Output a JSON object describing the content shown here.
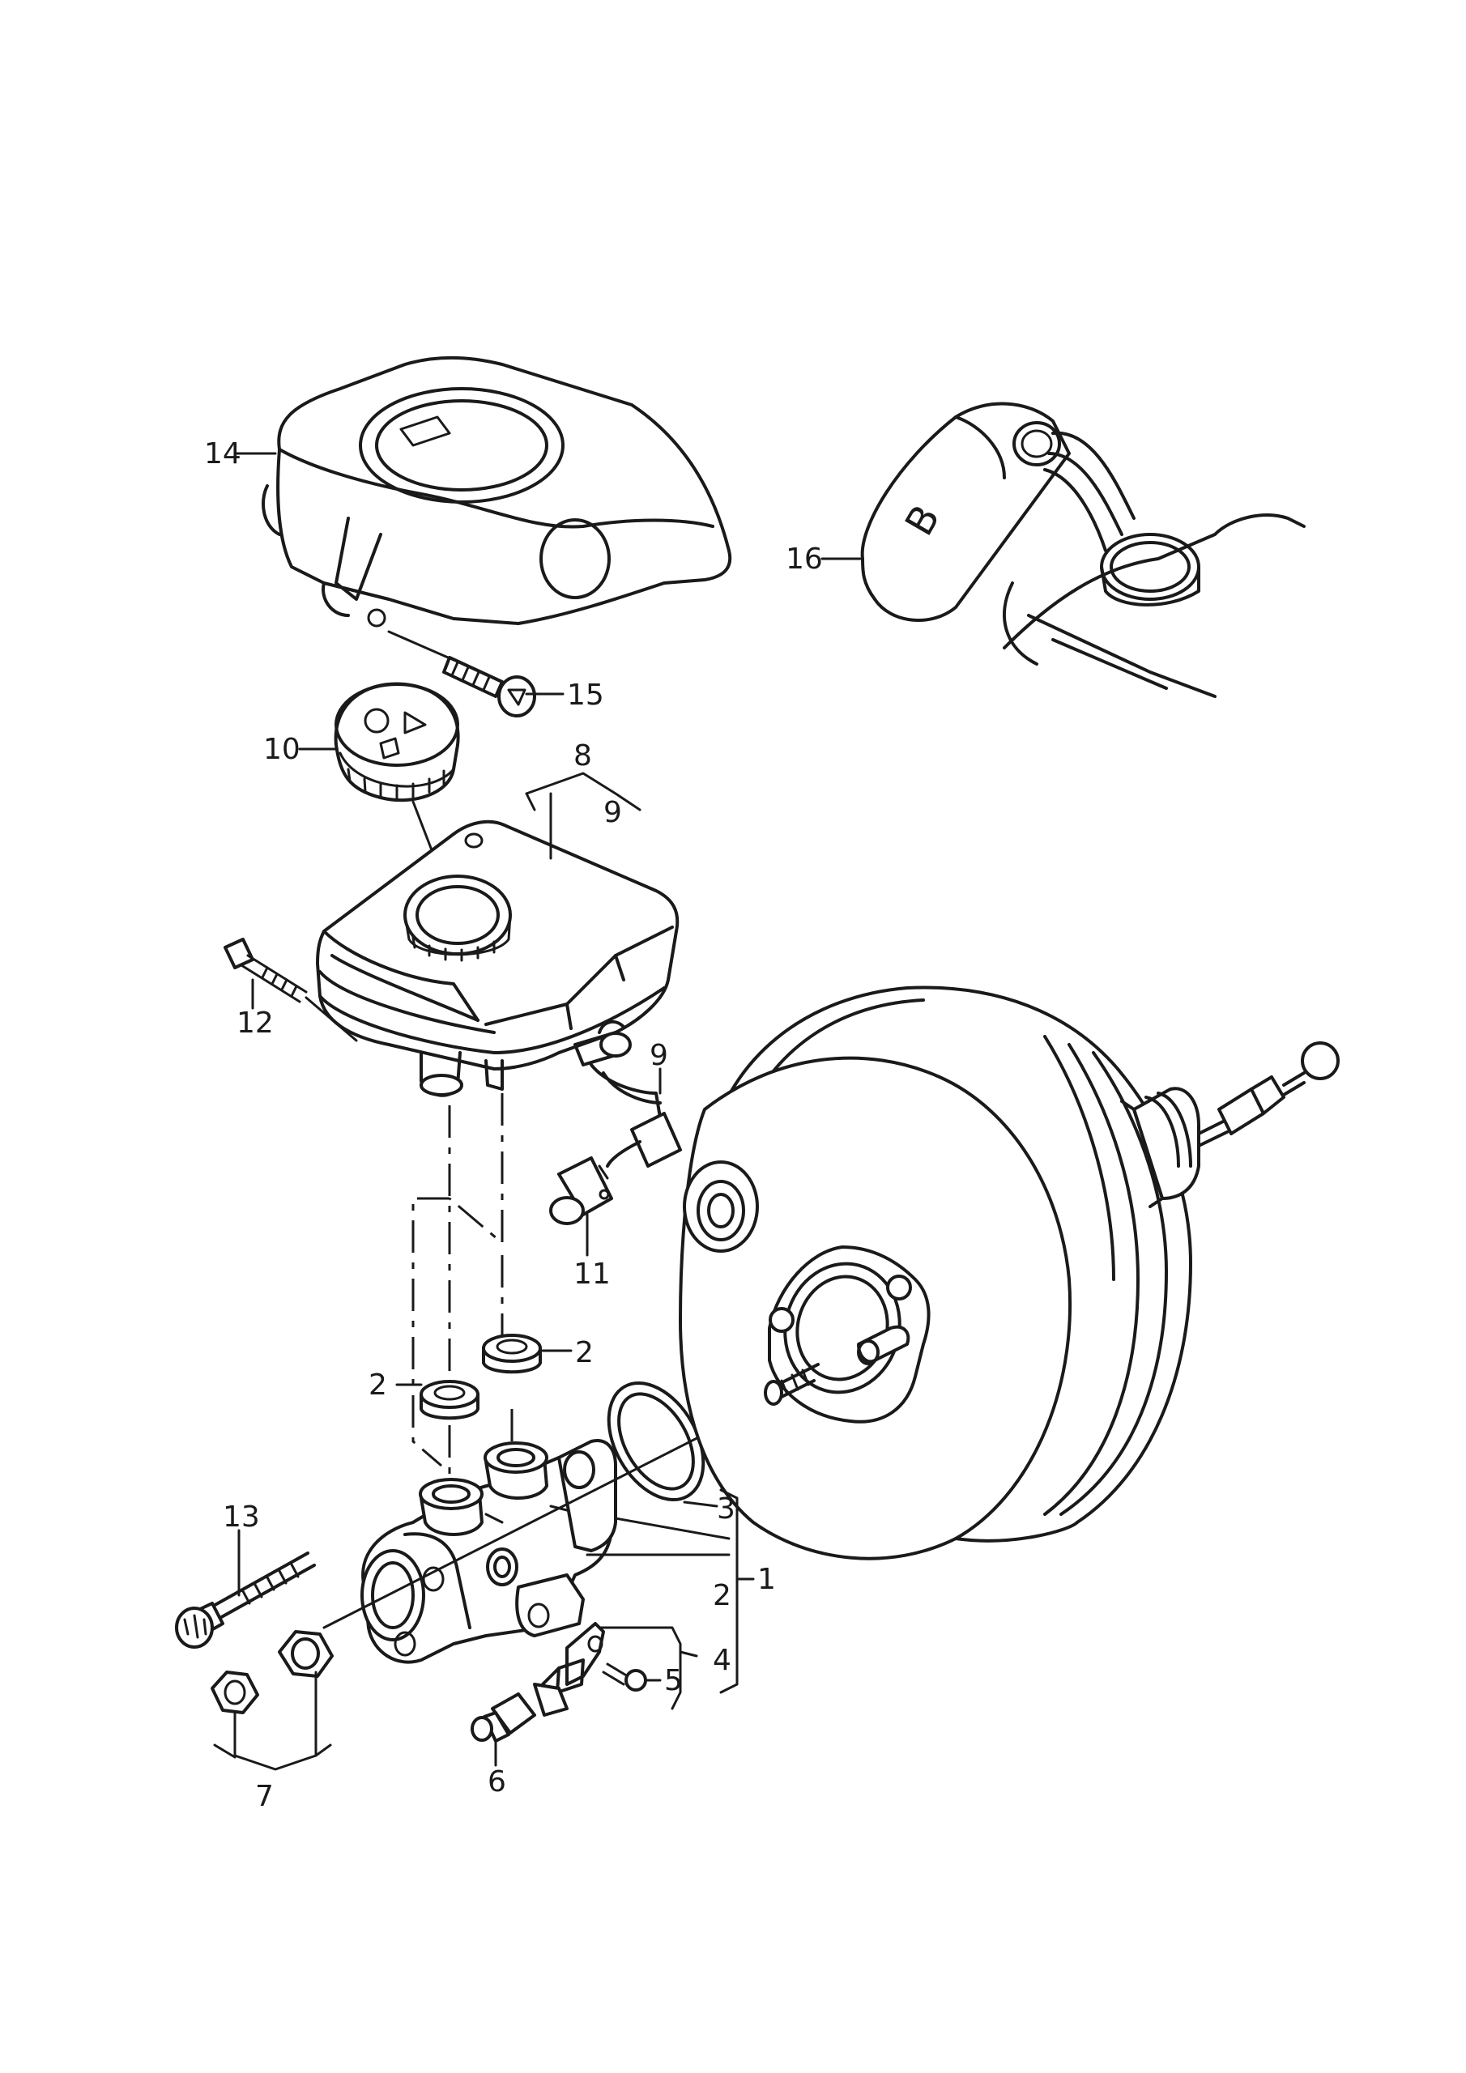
{
  "labels": {
    "c1": "1",
    "c2a": "2",
    "c2b": "2",
    "c2c": "2",
    "c3": "3",
    "c4": "4",
    "c5": "5",
    "c6": "6",
    "c7": "7",
    "c8": "8",
    "c9a": "9",
    "c9b": "9",
    "c10": "10",
    "c11": "11",
    "c12": "12",
    "c13": "13",
    "c14": "14",
    "c15": "15",
    "c16": "16"
  },
  "markings": {
    "sleeve_letter": "B"
  }
}
